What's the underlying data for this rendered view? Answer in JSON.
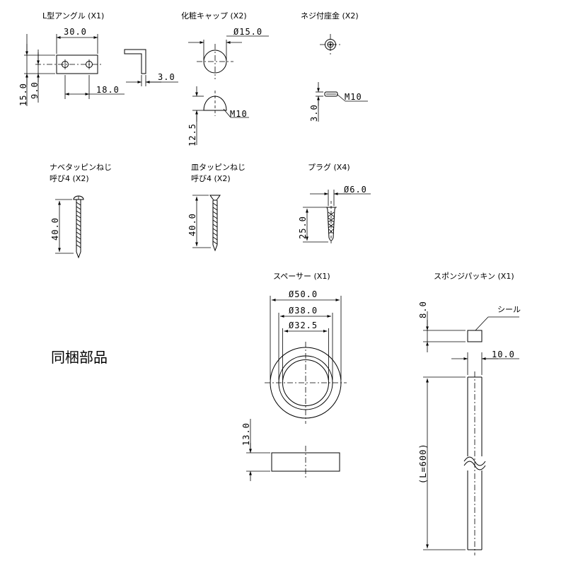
{
  "parts": {
    "l_angle": {
      "name": "L型アングル (X1)",
      "dims": [
        "30.0",
        "15.0",
        "9.0",
        "18.0",
        "3.0"
      ]
    },
    "cosmetic_cap": {
      "name": "化粧キャップ (X2)",
      "dims": [
        "Ø15.0",
        "M10",
        "12.5"
      ]
    },
    "screw_seat": {
      "name": "ネジ付座金 (X2)",
      "dims": [
        "M10",
        "3.0"
      ]
    },
    "pan_screw": {
      "name": "ナベタッピンねじ",
      "spec": "呼び4 (X2)",
      "dims": [
        "40.0"
      ]
    },
    "flat_screw": {
      "name": "皿タッピンねじ",
      "spec": "呼び4 (X2)",
      "dims": [
        "40.0"
      ]
    },
    "plug": {
      "name": "プラグ (X4)",
      "dims": [
        "Ø6.0",
        "25.0"
      ]
    },
    "spacer": {
      "name": "スペーサー (X1)",
      "dims": [
        "Ø50.0",
        "Ø38.0",
        "Ø32.5",
        "13.0"
      ]
    },
    "sponge": {
      "name": "スポンジパッキン (X1)",
      "dims": [
        "8.0",
        "10.0",
        "(L=600)"
      ],
      "seal_label": "シール"
    }
  },
  "page_title": "同梱部品"
}
